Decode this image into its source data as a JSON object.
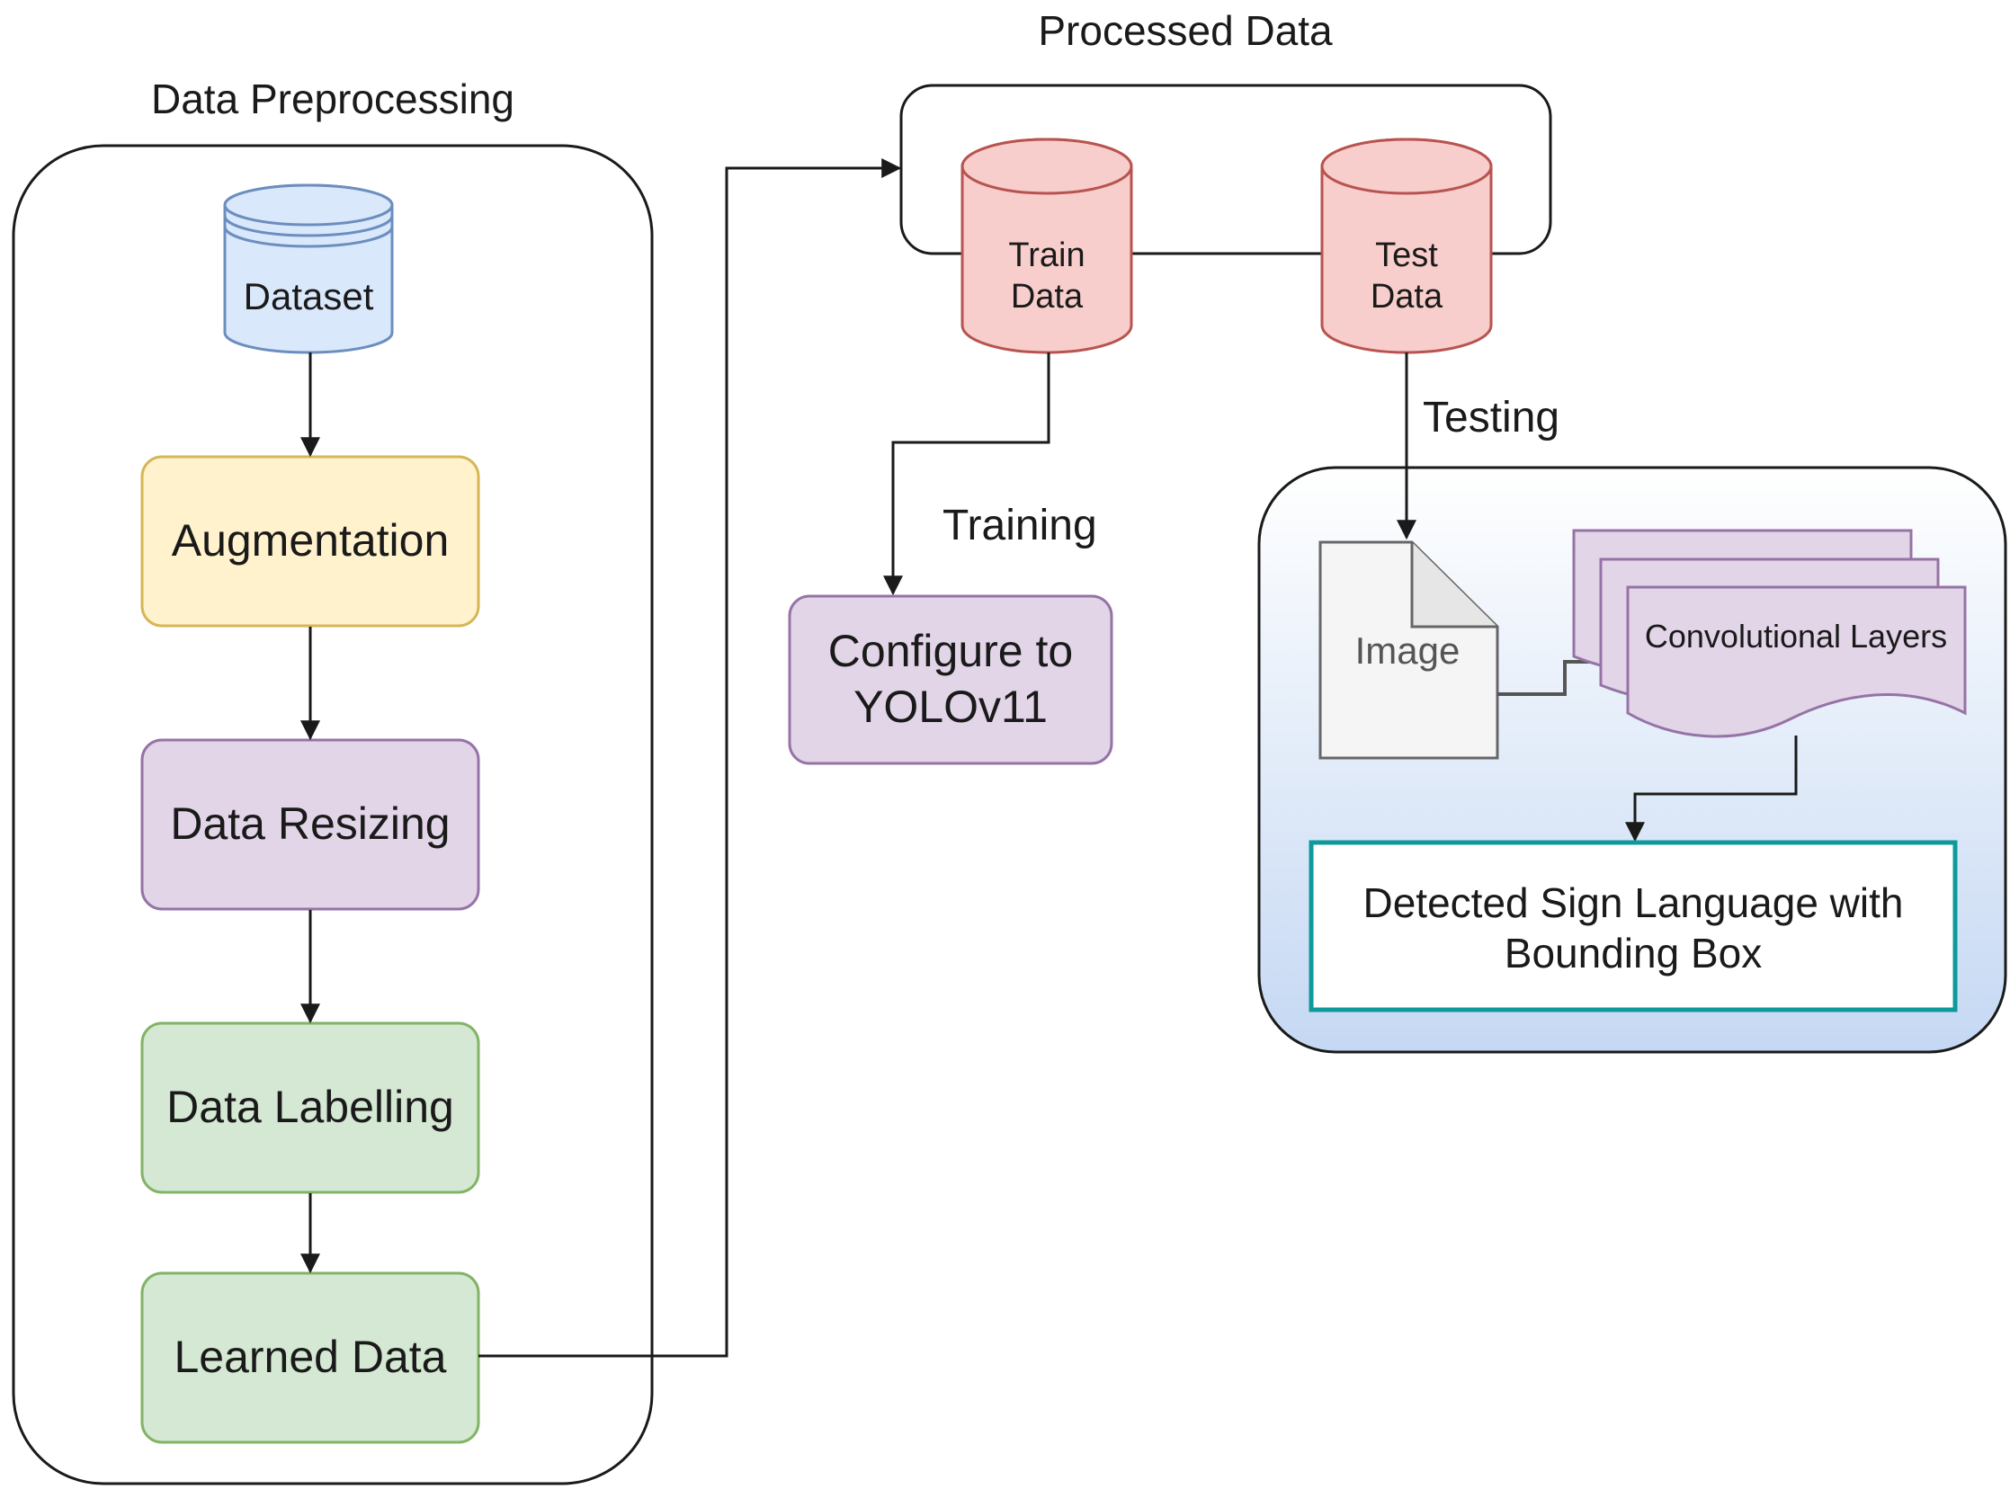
{
  "groups": {
    "preprocessing": "Data Preprocessing",
    "processed": "Processed Data"
  },
  "nodes": {
    "dataset": "Dataset",
    "augmentation": "Augmentation",
    "resizing": "Data Resizing",
    "labelling": "Data Labelling",
    "learned": "Learned Data",
    "train_line1": "Train",
    "train_line2": "Data",
    "test_line1": "Test",
    "test_line2": "Data",
    "configure_line1": "Configure to",
    "configure_line2": "YOLOv11",
    "image": "Image",
    "conv_layers": "Convolutional Layers",
    "detected_line1": "Detected Sign Language with",
    "detected_line2": "Bounding Box"
  },
  "edges": {
    "training": "Training",
    "testing": "Testing"
  },
  "colors": {
    "stroke": "#1a1a1a",
    "blue_fill": "#dae8fc",
    "blue_stroke": "#6c8ebf",
    "yellow_fill": "#fff2cc",
    "yellow_stroke": "#d6b656",
    "purple_fill": "#e1d5e7",
    "purple_stroke": "#9673a6",
    "green_fill": "#d5e8d4",
    "green_stroke": "#82b366",
    "red_fill": "#f8cecc",
    "red_stroke": "#b85450",
    "teal_stroke": "#0e9a9a",
    "doc_fill": "#f5f5f5",
    "doc_stroke": "#666666"
  }
}
